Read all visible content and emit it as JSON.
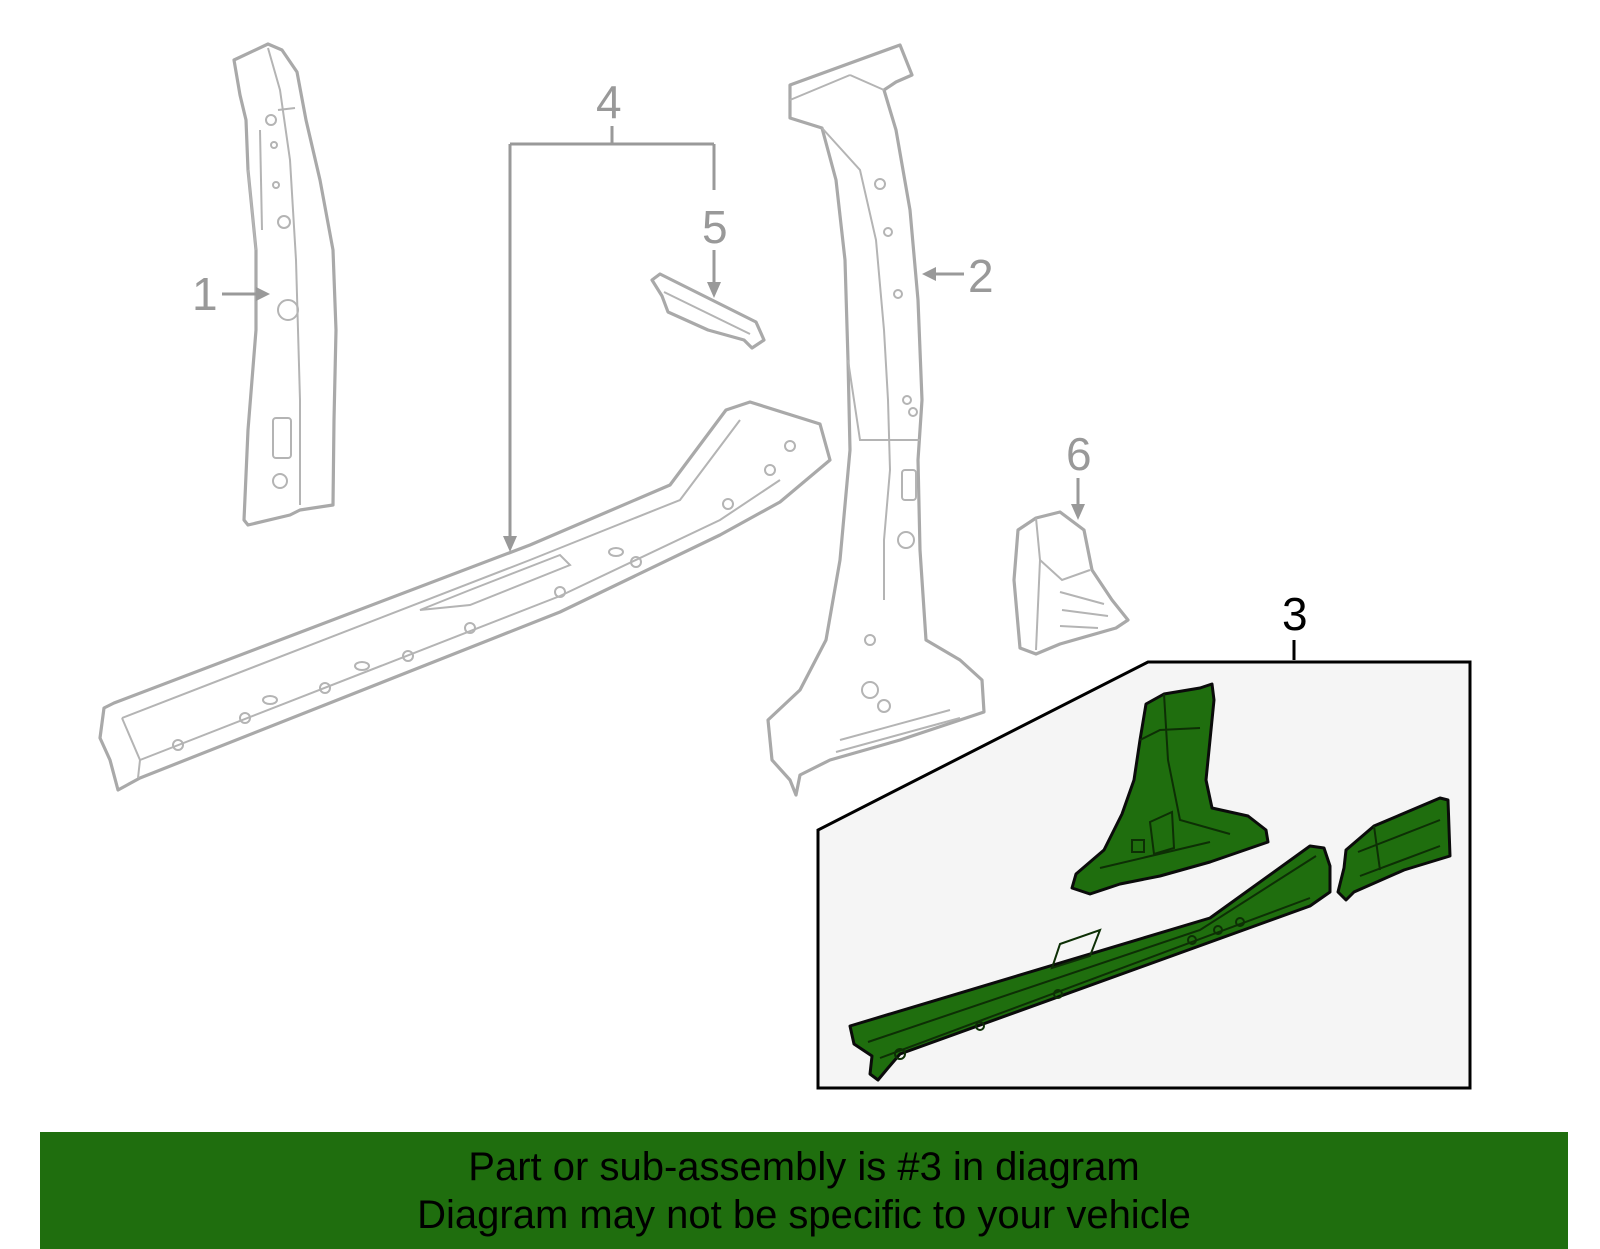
{
  "callouts": {
    "label_1": "1",
    "label_2": "2",
    "label_3": "3",
    "label_4": "4",
    "label_5": "5",
    "label_6": "6"
  },
  "banner": {
    "line1": "Part or sub-assembly is #3 in diagram",
    "line2": "Diagram may not be specific to your vehicle"
  },
  "colors": {
    "highlight": "#1f6e0e",
    "ghost_stroke": "#a9a9a9",
    "callout_gray": "#999999",
    "callout_black": "#000000",
    "inset_background": "#f5f5f5"
  },
  "highlighted_part": "3"
}
